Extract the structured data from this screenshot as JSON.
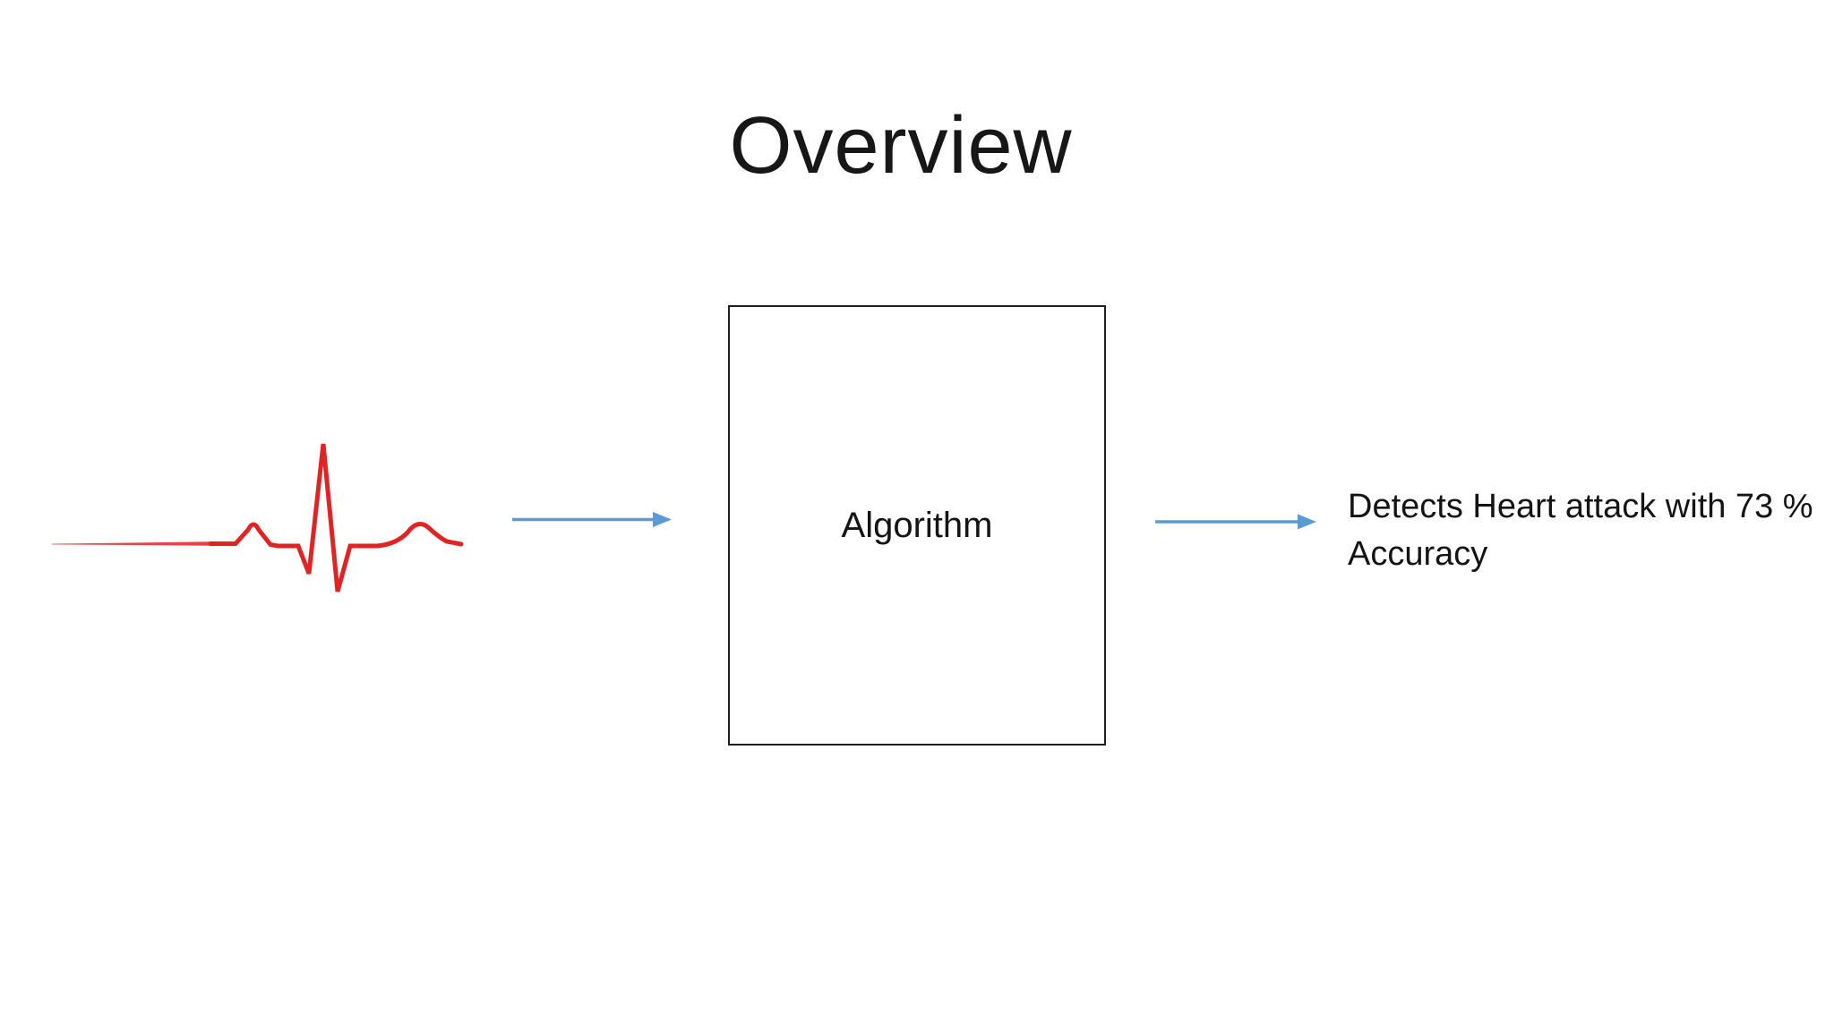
{
  "title": "Overview",
  "diagram": {
    "input_icon": "ecg-heartbeat-waveform",
    "algorithm_box_label": "Algorithm",
    "output_text_line1": "Detects Heart attack with 73 %",
    "output_text_line2": "Accuracy"
  },
  "colors": {
    "arrow_blue": "#5B9BD5",
    "ecg_red": "#E02424",
    "box_border": "#1F1F1F",
    "text_dark": "#141414"
  }
}
